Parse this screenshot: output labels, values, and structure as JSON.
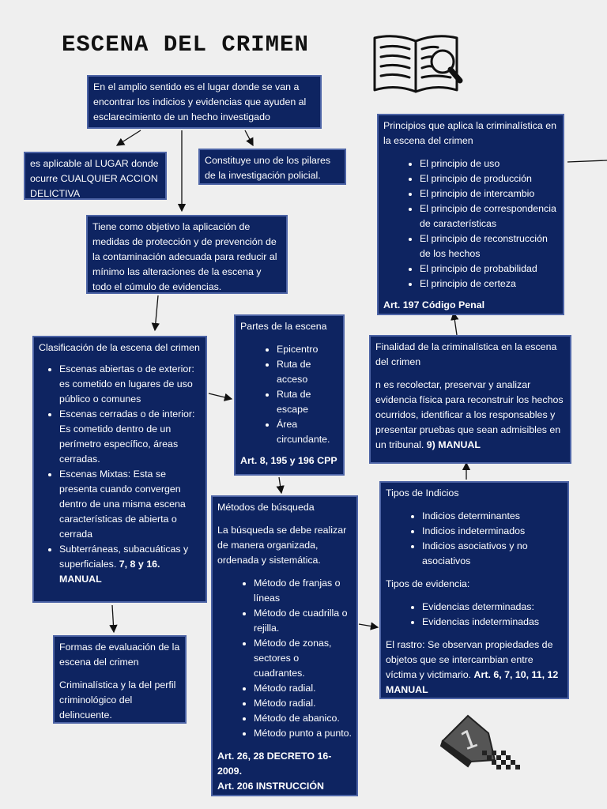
{
  "title": "ESCENA DEL CRIMEN",
  "icons": {
    "book": "open-book-magnifier-icon",
    "marker": "evidence-marker-icon"
  },
  "colors": {
    "box_bg": "#0e2461",
    "box_border": "#4d64a6",
    "page_bg": "#efefef"
  },
  "definition": "En el amplio sentido es el lugar donde se van a encontrar los indicios y evidencias que ayuden al esclarecimiento de un hecho investigado",
  "applicable": "es aplicable al LUGAR donde ocurre CUALQUIER ACCION DELICTIVA",
  "pillar": "Constituye uno de los pilares de la investigación policial.",
  "objective": "Tiene como objetivo la aplicación de medidas de protección y de prevención de la contaminación adecuada para reducir al mínimo las alteraciones de la escena y todo el cúmulo de evidencias.",
  "classification": {
    "heading": "Clasificación de la escena del crimen",
    "items": [
      "Escenas abiertas o de exterior: es cometido en lugares de uso público o comunes",
      "Escenas cerradas o de interior: Es cometido dentro de un perímetro específico, áreas cerradas.",
      "Escenas Mixtas: Esta se presenta cuando convergen dentro de una misma escena características de abierta o cerrada",
      "Subterráneas, subacuáticas y superficiales."
    ],
    "ref": "7, 8 y 16. MANUAL"
  },
  "parts": {
    "heading": "Partes de la escena",
    "items": [
      "Epicentro",
      "Ruta de acceso",
      "Ruta de escape",
      "Área circundante."
    ],
    "ref": "Art. 8, 195 y 196 CPP"
  },
  "evaluation": {
    "heading": "Formas de evaluación de la escena del crimen",
    "text": "Criminalística y la del perfil criminológico del delincuente."
  },
  "search": {
    "heading": "Métodos de búsqueda",
    "intro": "La búsqueda se debe realizar de manera organizada, ordenada y sistemática.",
    "items": [
      "Método de franjas o líneas",
      "Método de cuadrilla o rejilla.",
      "Método de zonas, sectores o cuadrantes.",
      "Método radial.",
      "Método radial.",
      "Método de abanico.",
      "Método punto a punto."
    ],
    "ref1": "Art. 26, 28 DECRETO 16-2009.",
    "ref2": "Art. 206 INSTRUCCIÓN"
  },
  "principles": {
    "heading": "Principios que aplica la criminalística en la escena del crimen",
    "items": [
      "El principio de uso",
      "El principio de producción",
      "El principio de intercambio",
      "El principio de correspondencia de características",
      "El principio de reconstrucción de los hechos",
      "El principio de probabilidad",
      "El principio de certeza"
    ],
    "ref": "Art. 197 Código Penal"
  },
  "purpose": {
    "heading": "Finalidad de la criminalística en la escena del crimen",
    "text": "n es recolectar, preservar y analizar evidencia física para reconstruir los hechos ocurridos, identificar a los responsables y presentar pruebas que sean admisibles en un tribunal.",
    "ref": "9) MANUAL"
  },
  "indicios": {
    "heading": "Tipos de Indicios",
    "items": [
      "Indicios determinantes",
      "Indicios indeterminados",
      "Indicios asociativos y no asociativos"
    ],
    "evidence_heading": "Tipos de evidencia:",
    "evidence_items": [
      "Evidencias determinadas:",
      "Evidencias indeterminadas"
    ],
    "rastro": "El rastro: Se observan propiedades de objetos que se intercambian entre víctima y victimario.",
    "ref": "Art. 6, 7, 10, 11, 12 MANUAL"
  }
}
